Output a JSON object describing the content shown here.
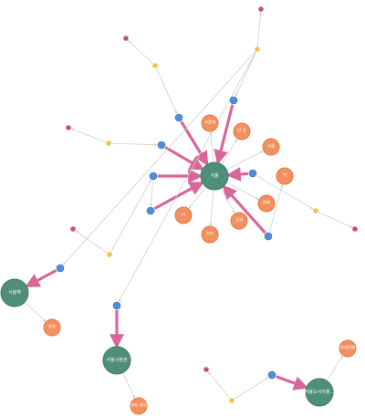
{
  "graph": {
    "colors": {
      "hub": "#4f8f79",
      "hub_stroke": "#3f7a66",
      "property": "#f3905e",
      "property_stroke": "#e27c48",
      "relation": "#4f8ed8",
      "relation_stroke": "#2f6fb8",
      "junction": "#f2c43c",
      "leaf": "#c94c86",
      "edge_strong": "#d9669a",
      "edge_light": "#cfcfcf"
    },
    "nodes": [
      {
        "id": "hub_main",
        "type": "hub",
        "label": "서울"
      },
      {
        "id": "hub_left",
        "type": "hub",
        "label": "서울역"
      },
      {
        "id": "hub_mid",
        "type": "hub",
        "label": "서울시청관"
      },
      {
        "id": "hub_br",
        "type": "hub",
        "label": "서울도서지정..."
      },
      {
        "id": "p_seoulyeok",
        "type": "property",
        "label": "서울역"
      },
      {
        "id": "p_inter",
        "type": "property",
        "label": "한 강"
      },
      {
        "id": "p_seobu",
        "type": "property",
        "label": "서울"
      },
      {
        "id": "p_dong",
        "type": "property",
        "label": "역"
      },
      {
        "id": "p_jeonghae",
        "type": "property",
        "label": "정해"
      },
      {
        "id": "p_gongwon",
        "type": "property",
        "label": "공원"
      },
      {
        "id": "p_jeonbuk",
        "type": "property",
        "label": "전북"
      },
      {
        "id": "p_si",
        "type": "property",
        "label": "시"
      },
      {
        "id": "p_gangbuk",
        "type": "property",
        "label": "강북"
      },
      {
        "id": "p_hangang",
        "type": "property",
        "label": "한강 위성"
      },
      {
        "id": "p_jinje",
        "type": "property",
        "label": "진제여행"
      },
      {
        "id": "r1"
      },
      {
        "id": "r2"
      },
      {
        "id": "r3"
      },
      {
        "id": "r4"
      },
      {
        "id": "r5"
      },
      {
        "id": "r6"
      },
      {
        "id": "r7"
      },
      {
        "id": "r8"
      },
      {
        "id": "r9"
      },
      {
        "id": "r10"
      },
      {
        "id": "j1"
      },
      {
        "id": "j2"
      },
      {
        "id": "j3"
      },
      {
        "id": "j4"
      },
      {
        "id": "j5"
      },
      {
        "id": "j6"
      },
      {
        "id": "l1"
      },
      {
        "id": "l2"
      },
      {
        "id": "l3"
      },
      {
        "id": "l4"
      },
      {
        "id": "l5"
      },
      {
        "id": "l6"
      }
    ],
    "edges": [
      {
        "from": "r1",
        "to": "hub_main",
        "style": "strong"
      },
      {
        "from": "r2",
        "to": "hub_main",
        "style": "strong"
      },
      {
        "from": "r3",
        "to": "hub_main",
        "style": "strong"
      },
      {
        "from": "r4",
        "to": "hub_main",
        "style": "strong"
      },
      {
        "from": "r5",
        "to": "hub_main",
        "style": "strong"
      },
      {
        "from": "r6",
        "to": "hub_main",
        "style": "strong"
      },
      {
        "from": "r7",
        "to": "hub_main",
        "style": "strong"
      },
      {
        "from": "r8",
        "to": "hub_left",
        "style": "strong"
      },
      {
        "from": "r9",
        "to": "hub_mid",
        "style": "strong"
      },
      {
        "from": "r10",
        "to": "hub_br",
        "style": "strong"
      },
      {
        "from": "hub_main",
        "to": "p_seoulyeok",
        "style": "light"
      },
      {
        "from": "hub_main",
        "to": "p_inter",
        "style": "light"
      },
      {
        "from": "hub_main",
        "to": "p_seobu",
        "style": "light"
      },
      {
        "from": "hub_main",
        "to": "p_jeonghae",
        "style": "light"
      },
      {
        "from": "hub_main",
        "to": "p_gongwon",
        "style": "light"
      },
      {
        "from": "hub_main",
        "to": "p_jeonbuk",
        "style": "light"
      },
      {
        "from": "hub_main",
        "to": "p_si",
        "style": "light"
      },
      {
        "from": "r7",
        "to": "p_dong",
        "style": "light"
      },
      {
        "from": "hub_left",
        "to": "p_gangbuk",
        "style": "light"
      },
      {
        "from": "hub_mid",
        "to": "p_hangang",
        "style": "light"
      },
      {
        "from": "hub_br",
        "to": "p_jinje",
        "style": "light"
      },
      {
        "from": "j1",
        "to": "l1",
        "style": "light"
      },
      {
        "from": "j1",
        "to": "r1",
        "style": "light"
      },
      {
        "from": "j2",
        "to": "l2",
        "style": "light"
      },
      {
        "from": "j2",
        "to": "r2",
        "style": "light"
      },
      {
        "from": "j3",
        "to": "l3",
        "style": "light"
      },
      {
        "from": "j3",
        "to": "r3",
        "style": "light"
      },
      {
        "from": "r3",
        "to": "r4",
        "style": "light"
      },
      {
        "from": "j4",
        "to": "l5",
        "style": "light"
      },
      {
        "from": "r6",
        "to": "j4",
        "style": "light"
      },
      {
        "from": "j5",
        "to": "r5",
        "style": "light"
      },
      {
        "from": "j5",
        "to": "l4",
        "style": "light"
      },
      {
        "from": "j5",
        "to": "r8",
        "style": "light"
      },
      {
        "from": "j5",
        "to": "r9",
        "style": "light"
      },
      {
        "from": "j6",
        "to": "r10",
        "style": "light"
      },
      {
        "from": "j6",
        "to": "l6",
        "style": "light"
      }
    ]
  }
}
